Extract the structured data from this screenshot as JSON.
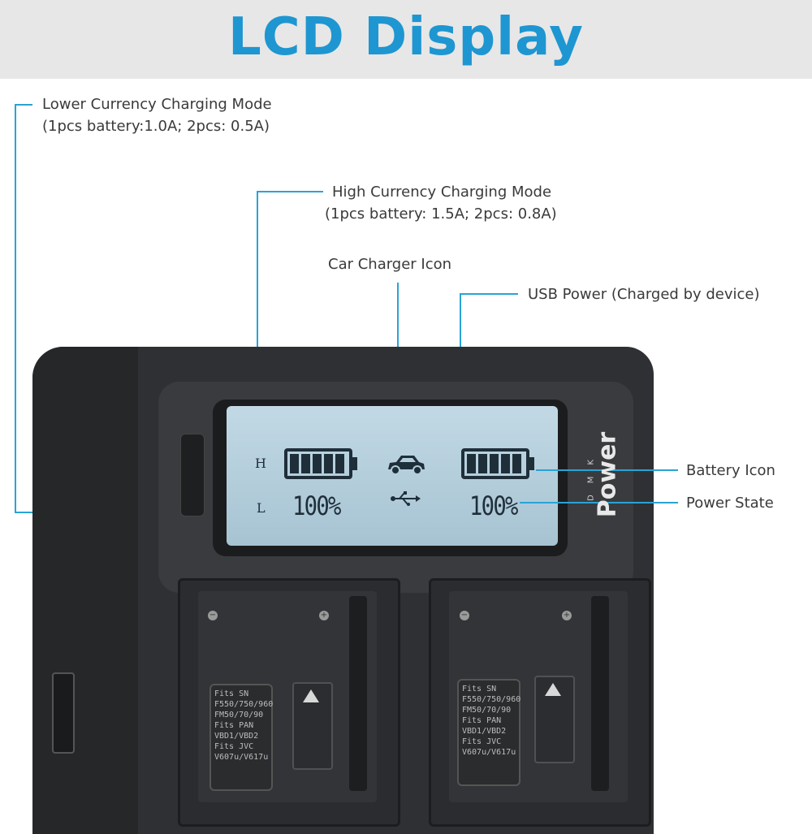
{
  "page": {
    "title": "LCD Display"
  },
  "callouts": {
    "lower_mode": {
      "line1": "Lower Currency Charging Mode",
      "line2": "(1pcs battery:1.0A; 2pcs: 0.5A)"
    },
    "high_mode": {
      "line1": "High Currency Charging Mode",
      "line2": "(1pcs battery: 1.5A; 2pcs: 0.8A)"
    },
    "car_charger": "Car Charger Icon",
    "usb_power": "USB Power (Charged by device)",
    "battery_icon": "Battery Icon",
    "power_state": "Power State"
  },
  "lcd": {
    "h_label": "H",
    "l_label": "L",
    "left_percent": "100%",
    "right_percent": "100%",
    "battery_level_left": 1.0,
    "battery_level_right": 1.0,
    "car_icon": "car-icon",
    "usb_icon": "usb-icon"
  },
  "device": {
    "brand_small": "DMK",
    "brand_large": "Power",
    "slot_label": "Fits SN\nF550/750/960\nFM50/70/90\nFits PAN\nVBD1/VBD2\nFits JVC\nV607u/V617u"
  },
  "colors": {
    "title": "#1e96d1",
    "line": "#2aa3d6"
  }
}
